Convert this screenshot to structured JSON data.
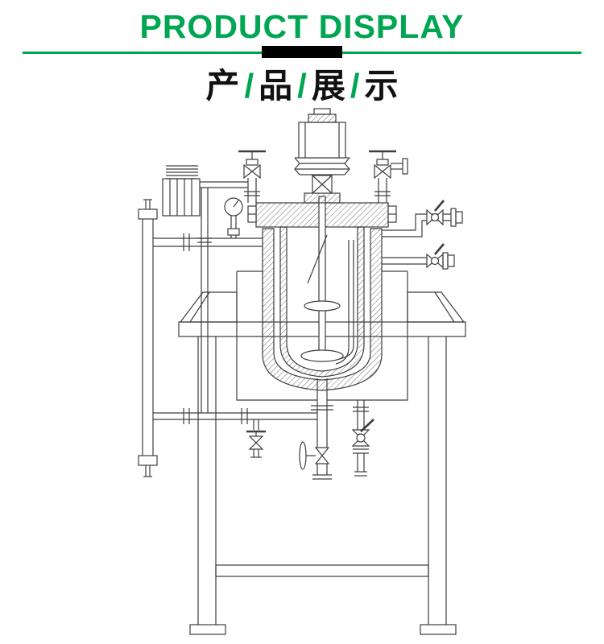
{
  "colors": {
    "accent_green": "#00A651",
    "divider_black": "#000000",
    "text_black": "#111111",
    "drawing_line": "#3d3d3d"
  },
  "header": {
    "title": "PRODUCT DISPLAY"
  },
  "subtitle": {
    "characters": [
      "产",
      "品",
      "展",
      "示"
    ],
    "separator": "/"
  },
  "drawing": {
    "type": "technical-line-drawing",
    "subject": "jacketed stirred reactor with agitator motor, level gauge, valves and support stand"
  }
}
